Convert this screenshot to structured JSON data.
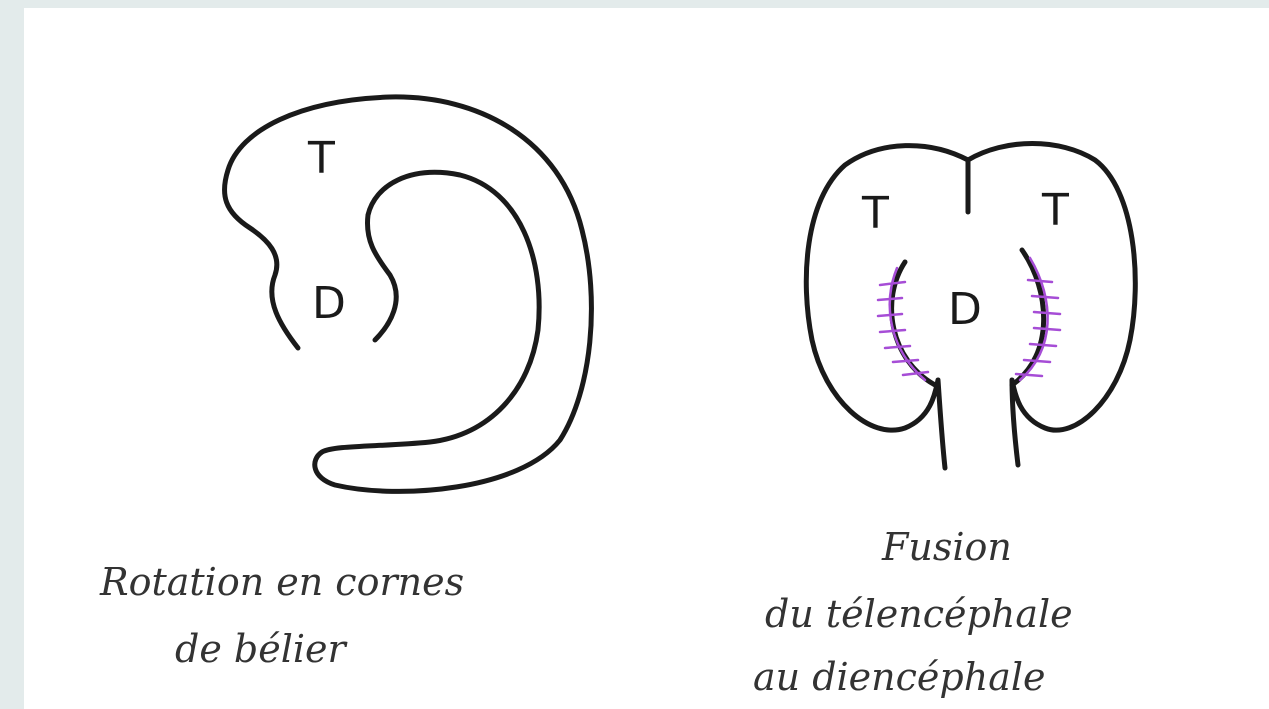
{
  "left_figure": {
    "label_top": "T",
    "label_center": "D",
    "caption_line1": "Rotation en cornes",
    "caption_line2": "de bélier"
  },
  "right_figure": {
    "label_left": "T",
    "label_right": "T",
    "label_center": "D",
    "caption_line1": "Fusion",
    "caption_line2": "du télencéphale",
    "caption_line3": "au diencéphale"
  },
  "colors": {
    "background": "#e3ebeb",
    "canvas": "#ffffff",
    "ink": "#1a1a1a",
    "fusion_hatch": "#a64dd6"
  }
}
